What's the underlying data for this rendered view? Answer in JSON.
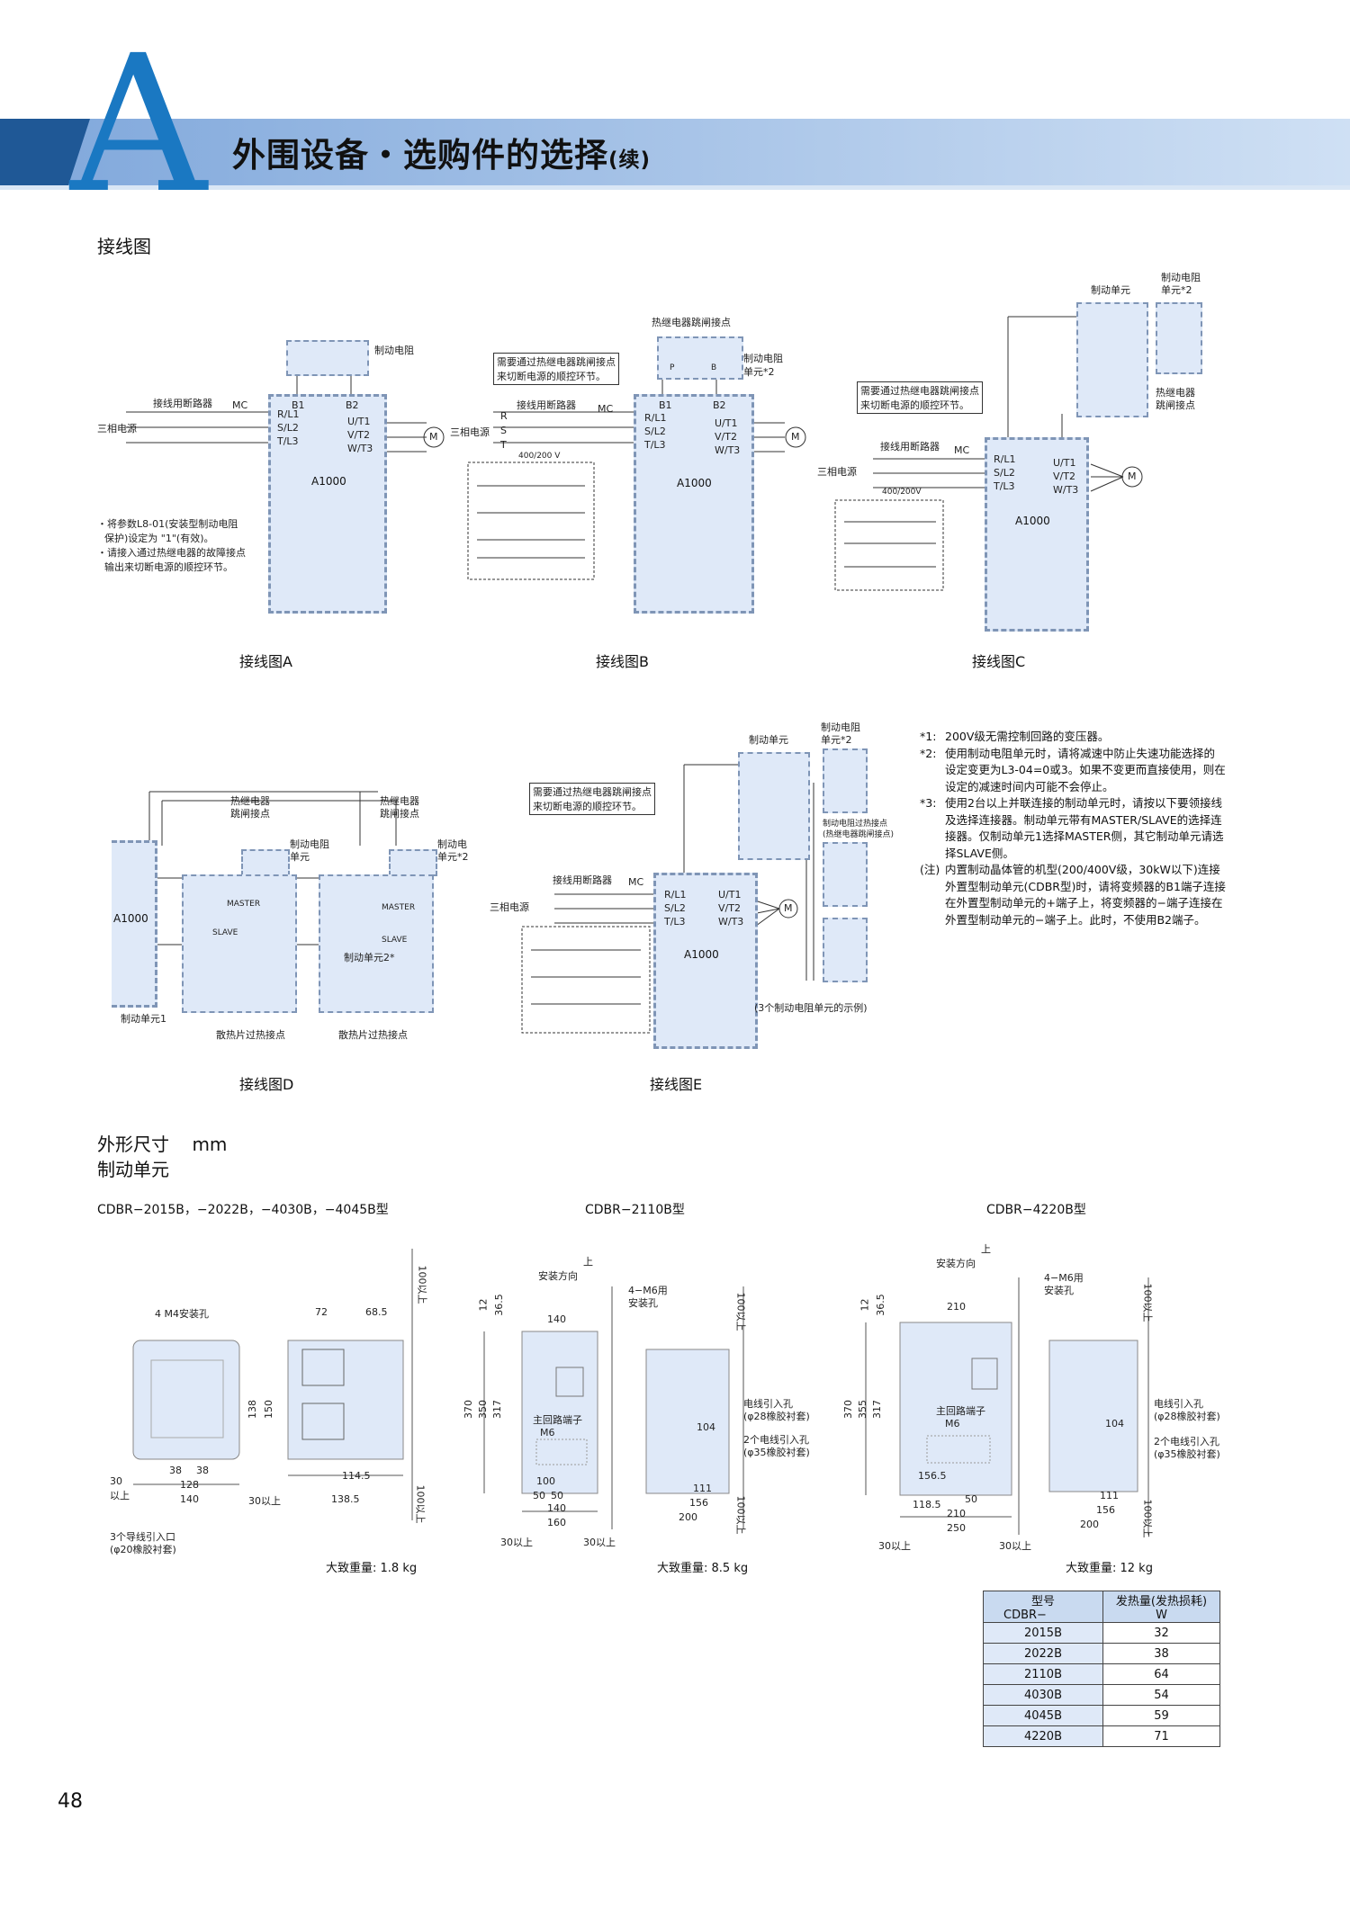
{
  "header": {
    "letter": "A",
    "title": "外围设备・选购件的选择",
    "title_suffix": "(续)"
  },
  "wiring": {
    "heading": "接线图",
    "a": {
      "caption": "接线图A",
      "brake_resistor": "制动电阻",
      "breaker": "接线用断路器",
      "mc": "MC",
      "power": "三相电源",
      "b1": "B1",
      "b2": "B2",
      "rl1": "R/L1",
      "sl2": "S/L2",
      "tl3": "T/L3",
      "ut1": "U/T1",
      "vt2": "V/T2",
      "wt3": "W/T3",
      "motor": "M",
      "inverter": "A1000",
      "note1": "・将参数L8-01(安装型制动电阻",
      "note2": "保护)设定为 \"1\"(有效)。",
      "note3": "・请接入通过热继电器的故障接点",
      "note4": "输出来切断电源的顺控环节。"
    },
    "b": {
      "caption": "接线图B",
      "trip_contact": "热继电器跳闸接点",
      "brake_unit": "制动电阻",
      "brake_unit2": "单元*2",
      "note1": "需要通过热继电器跳闸接点",
      "note2": "来切断电源的顺控环节。",
      "breaker": "接线用断路器",
      "mc": "MC",
      "power": "三相电源",
      "r": "R",
      "s": "S",
      "t": "T",
      "voltage": "400/200 V",
      "b1": "B1",
      "b2": "B2",
      "rl1": "R/L1",
      "sl2": "S/L2",
      "tl3": "T/L3",
      "ut1": "U/T1",
      "vt2": "V/T2",
      "wt3": "W/T3",
      "motor": "M",
      "inverter": "A1000",
      "p": "P",
      "bb": "B"
    },
    "c": {
      "caption": "接线图C",
      "brake_unit": "制动单元",
      "brake_res1": "制动电阻",
      "brake_res2": "单元*2",
      "note1": "需要通过热继电器跳闸接点",
      "note2": "来切断电源的顺控环节。",
      "breaker": "接线用断路器",
      "mc": "MC",
      "power": "三相电源",
      "trip1": "热继电器",
      "trip2": "跳闸接点",
      "rl1": "R/L1",
      "sl2": "S/L2",
      "tl3": "T/L3",
      "ut1": "U/T1",
      "vt2": "V/T2",
      "wt3": "W/T3",
      "motor": "M",
      "inverter": "A1000",
      "voltage": "400/200V"
    },
    "d": {
      "caption": "接线图D",
      "trip_a1": "热继电器",
      "trip_a2": "跳闸接点",
      "trip_b1": "热继电器",
      "trip_b2": "跳闸接点",
      "res1_1": "制动电阻",
      "res1_2": "单元",
      "res2_1": "制动电",
      "res2_2": "单元*2",
      "inverter": "A1000",
      "master": "MASTER",
      "slave": "SLAVE",
      "unit1": "制动单元1",
      "unit2": "制动单元2*",
      "heat1": "散热片过热接点",
      "heat2": "散热片过热接点"
    },
    "e": {
      "caption": "接线图E",
      "brake_unit": "制动单元",
      "brake_res1": "制动电阻",
      "brake_res2": "单元*2",
      "note1": "需要通过热继电器跳闸接点",
      "note2": "来切断电源的顺控环节。",
      "breaker": "接线用断路器",
      "mc": "MC",
      "power": "三相电源",
      "rl1": "R/L1",
      "sl2": "S/L2",
      "tl3": "T/L3",
      "ut1": "U/T1",
      "vt2": "V/T2",
      "wt3": "W/T3",
      "motor": "M",
      "inverter": "A1000",
      "example": "(3个制动电阻单元的示例)",
      "trip1": "制动电阻过热接点",
      "trip2": "(热继电器跳闸接点)"
    },
    "notes": [
      {
        "k": "*1:",
        "v": "200V级无需控制回路的变压器。"
      },
      {
        "k": "*2:",
        "v": "使用制动电阻单元时，请将减速中防止失速功能选择的设定变更为L3-04=0或3。如果不变更而直接使用，则在设定的减速时间内可能不会停止。"
      },
      {
        "k": "*3:",
        "v": "使用2台以上并联连接的制动单元时，请按以下要领接线及选择连接器。制动单元带有MASTER/SLAVE的选择连接器。仅制动单元1选择MASTER侧，其它制动单元请选择SLAVE侧。"
      },
      {
        "k": "(注)",
        "v": "内置制动晶体管的机型(200/400V级，30kW以下)连接外置型制动单元(CDBR型)时，请将变频器的B1端子连接在外置型制动单元的+端子上，将变频器的−端子连接在外置型制动单元的−端子上。此时，不使用B2端子。"
      }
    ]
  },
  "dims": {
    "heading": "外形尺寸",
    "unit": "mm",
    "sub": "制动单元",
    "m1": {
      "model": "CDBR−2015B，−2022B，−4030B，−4045B型",
      "weight": "大致重量: 1.8 kg",
      "hole": "4 M4安装孔",
      "d72": "72",
      "d685": "68.5",
      "d100a": "100以上",
      "d138": "138",
      "d150": "150",
      "d30": "30",
      "d30s": "以上",
      "d38a": "38",
      "d38b": "38",
      "d128": "128",
      "d140": "140",
      "d1145": "114.5",
      "d1385": "138.5",
      "d30b": "30以上",
      "d100b": "100以上",
      "cable1": "3个导线引入口",
      "cable2": "(φ20橡胶衬套)"
    },
    "m2": {
      "model": "CDBR−2110B型",
      "weight": "大致重量: 8.5 kg",
      "dir": "安装方向",
      "up": "上",
      "hole1": "4−M6用",
      "hole2": "安装孔",
      "d140": "140",
      "d370": "370",
      "d350": "350",
      "d317": "317",
      "d12": "12",
      "d365": "36.5",
      "terminal": "主回路端子",
      "m6": "M6",
      "d100": "100",
      "d50a": "50",
      "d50b": "50",
      "d140b": "140",
      "d160": "160",
      "d30a": "30以上",
      "d30b": "30以上",
      "d100a": "100以上",
      "d100c": "100以上",
      "d104": "104",
      "d111": "111",
      "d156": "156",
      "d200": "200",
      "cable_a1": "电线引入孔",
      "cable_a2": "(φ28橡胶衬套)",
      "cable_b1": "2个电线引入孔",
      "cable_b2": "(φ35橡胶衬套)"
    },
    "m3": {
      "model": "CDBR−4220B型",
      "weight": "大致重量: 12 kg",
      "dir": "安装方向",
      "up": "上",
      "hole1": "4−M6用",
      "hole2": "安装孔",
      "d210": "210",
      "d370": "370",
      "d355": "355",
      "d317": "317",
      "d12": "12",
      "d365": "36.5",
      "terminal": "主回路端子",
      "m6": "M6",
      "d1565": "156.5",
      "d1185": "118.5",
      "d50": "50",
      "d210b": "210",
      "d250": "250",
      "d30a": "30以上",
      "d30b": "30以上",
      "d100a": "100以上",
      "d100c": "100以上",
      "d104": "104",
      "d111": "111",
      "d156": "156",
      "d200": "200",
      "cable_a1": "电线引入孔",
      "cable_a2": "(φ28橡胶衬套)",
      "cable_b1": "2个电线引入孔",
      "cable_b2": "(φ35橡胶衬套)"
    }
  },
  "heat_table": {
    "h1": "型号",
    "h1b": "CDBR−",
    "h2": "发热量(发热损耗)",
    "h2b": "W",
    "rows": [
      {
        "model": "2015B",
        "w": "32"
      },
      {
        "model": "2022B",
        "w": "38"
      },
      {
        "model": "2110B",
        "w": "64"
      },
      {
        "model": "4030B",
        "w": "54"
      },
      {
        "model": "4045B",
        "w": "59"
      },
      {
        "model": "4220B",
        "w": "71"
      }
    ]
  },
  "page": {
    "number": "48"
  },
  "colors": {
    "accent": "#1a78c2",
    "band": "#a9c6ea",
    "box_fill": "#dfe9f8",
    "box_border": "#7f95b6"
  }
}
